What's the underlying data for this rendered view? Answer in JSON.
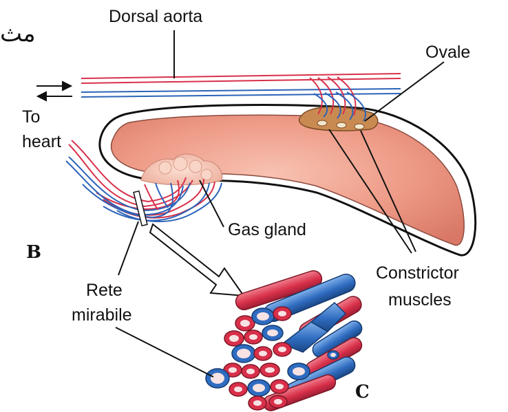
{
  "labels": {
    "dorsal_aorta": "Dorsal aorta",
    "ovale": "Ovale",
    "to_heart_line1": "To",
    "to_heart_line2": "heart",
    "gas_gland": "Gas gland",
    "panel_b": "B",
    "panel_c": "C",
    "constrictor_line1": "Constrictor",
    "constrictor_line2": "muscles",
    "rete_line1": "Rete",
    "rete_line2": "mirabile",
    "arabic_fragment": "مث"
  },
  "colors": {
    "artery_red": "#d8304a",
    "vein_blue": "#2b63b8",
    "bladder_fill": "#ef9c8a",
    "bladder_outline": "#111111",
    "ovale_fill": "#c98a52",
    "gland_fill": "#f4c2b1",
    "vessel_red_wall": "#cf3650",
    "vessel_blue_wall": "#2f6cc0",
    "vessel_lumen": "#f7e3e3"
  },
  "icons": {
    "flow_direction": "double-arrow-icon",
    "magnify_pointer": "outline-arrow-icon"
  }
}
